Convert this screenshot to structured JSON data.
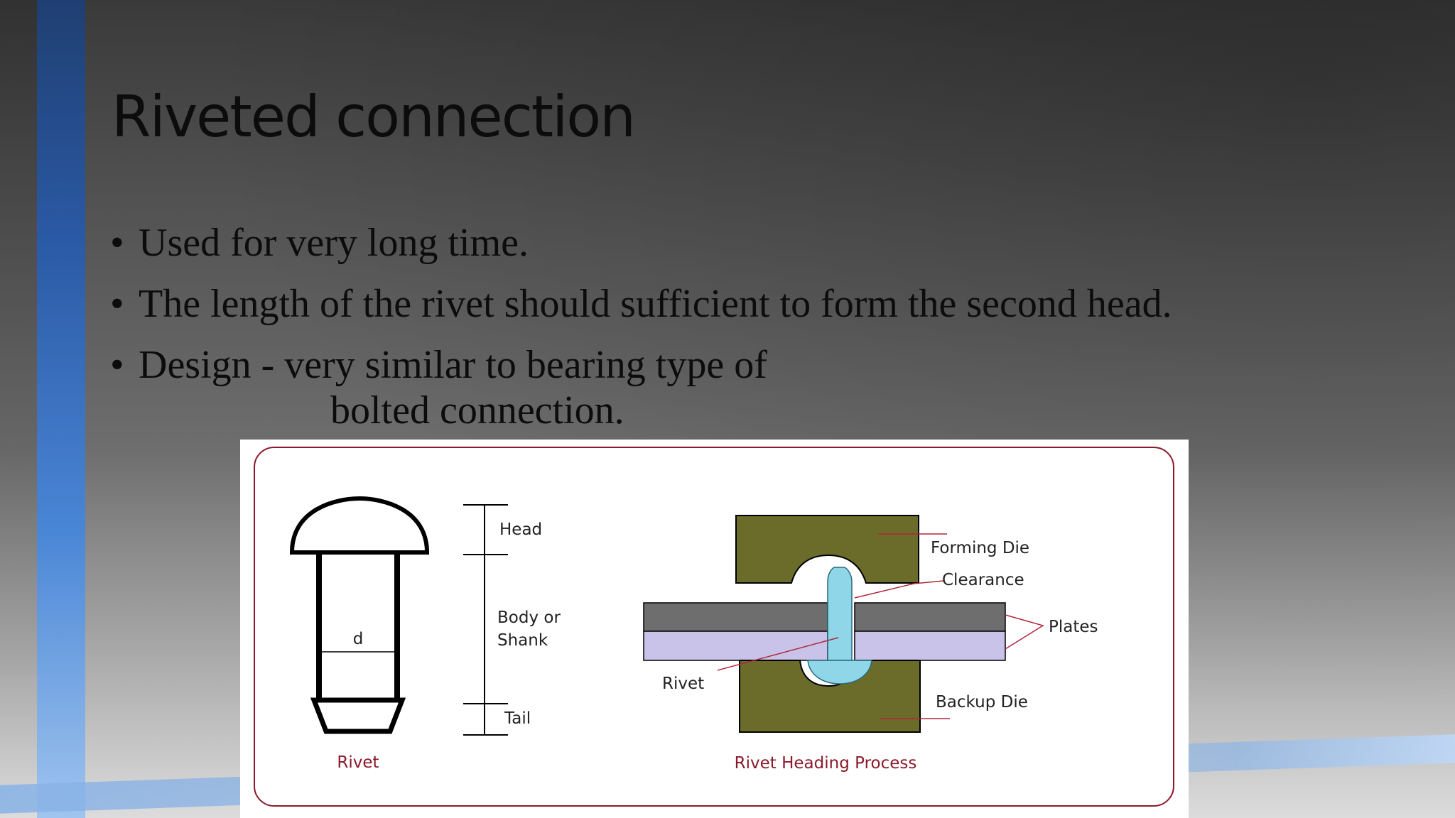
{
  "slide": {
    "title": "Riveted connection",
    "bullets": [
      {
        "marker": "•",
        "text": "Used for very long time."
      },
      {
        "marker": "•",
        "text": "The length of the rivet should sufficient to form the second head."
      },
      {
        "marker": "•",
        "text": "Design -  very similar to bearing type of",
        "continuation": "bolted connection."
      }
    ]
  },
  "figure": {
    "left": {
      "diameter_label": "d",
      "head_label": "Head",
      "body_label_1": "Body  or",
      "body_label_2": "Shank",
      "tail_label": "Tail",
      "caption": "Rivet"
    },
    "right": {
      "forming_die_label": "Forming Die",
      "clearance_label": "Clearance",
      "plates_label": "Plates",
      "rivet_label": "Rivet",
      "backup_die_label": "Backup Die",
      "caption": "Rivet Heading Process"
    },
    "colors": {
      "die": "#6b6b2a",
      "plate_top": "#6e6e6e",
      "plate_bottom": "#c9c3ea",
      "rivet": "#8fd6e8",
      "frame": "#8a1a2a",
      "leader": "#b0263a"
    }
  }
}
